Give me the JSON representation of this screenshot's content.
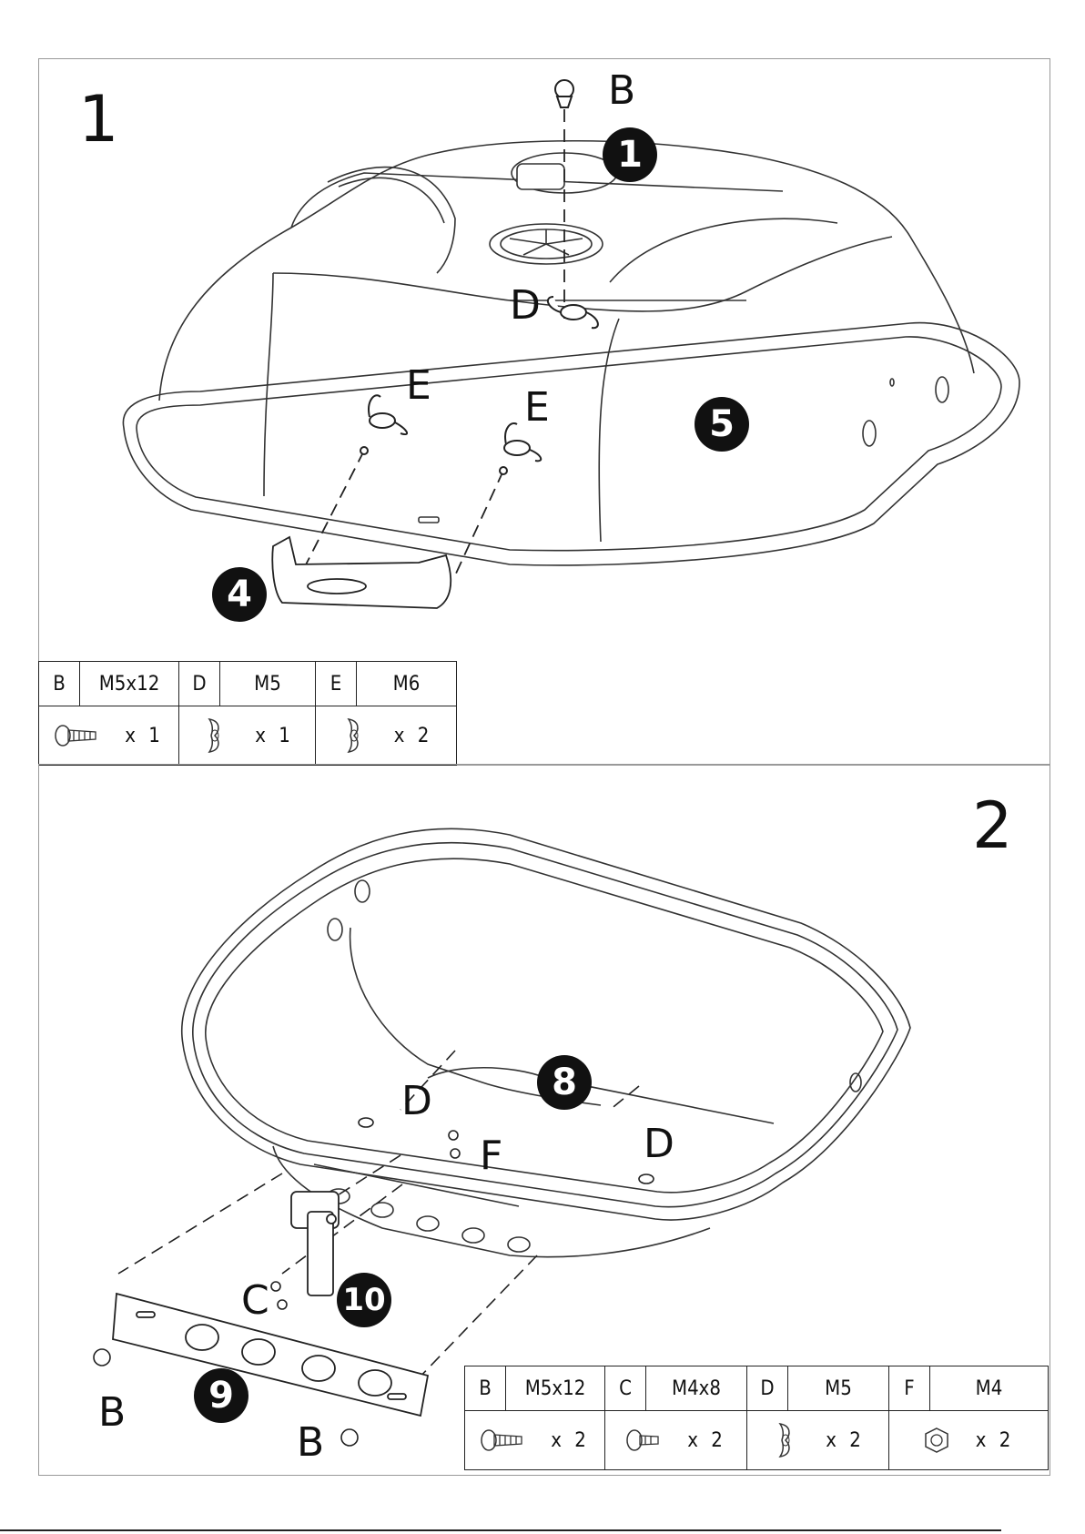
{
  "steps": [
    {
      "number": "1",
      "part_labels": {
        "B": "B",
        "D": "D",
        "E_left": "E",
        "E_right": "E"
      },
      "badges": [
        "1",
        "5",
        "4"
      ],
      "parts_table": [
        {
          "letter": "B",
          "spec": "M5x12",
          "qty": "x 1",
          "icon": "screw-icon"
        },
        {
          "letter": "D",
          "spec": "M5",
          "qty": "x 1",
          "icon": "wing-nut-icon"
        },
        {
          "letter": "E",
          "spec": "M6",
          "qty": "x 2",
          "icon": "wing-nut-icon"
        }
      ]
    },
    {
      "number": "2",
      "part_labels": {
        "D_left": "D",
        "D_right": "D",
        "F": "F",
        "C": "C",
        "B_left": "B",
        "B_bottom": "B"
      },
      "badges": [
        "8",
        "10",
        "9"
      ],
      "parts_table": [
        {
          "letter": "B",
          "spec": "M5x12",
          "qty": "x 2",
          "icon": "screw-icon"
        },
        {
          "letter": "C",
          "spec": "M4x8",
          "qty": "x 2",
          "icon": "screw-icon"
        },
        {
          "letter": "D",
          "spec": "M5",
          "qty": "x 2",
          "icon": "wing-nut-icon"
        },
        {
          "letter": "F",
          "spec": "M4",
          "qty": "x 2",
          "icon": "hex-nut-icon"
        }
      ]
    }
  ]
}
